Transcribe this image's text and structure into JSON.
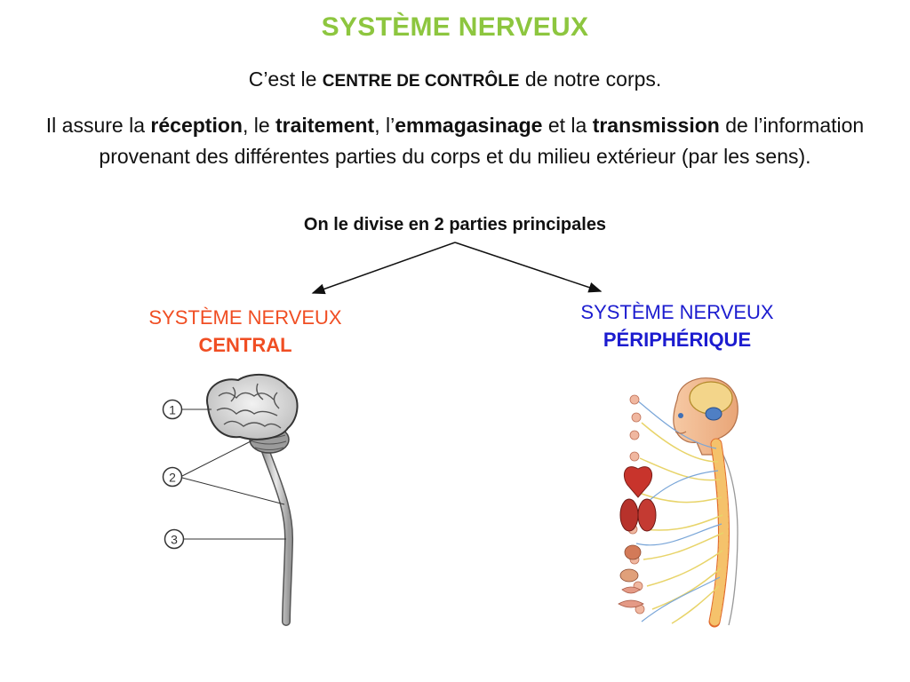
{
  "title": "SYSTÈME NERVEUX",
  "intro": {
    "prefix": "C’est le",
    "highlight": "CENTRE DE CONTRÔLE",
    "suffix": "de notre corps."
  },
  "paragraph": {
    "t1": "Il assure la",
    "b1": "réception",
    "t2": ", le",
    "b2": "traitement",
    "t3": ", l’",
    "b3": "emmagasinage",
    "t4": "et la",
    "b4": "transmission",
    "t5": "de l’information provenant des différentes parties du corps et du milieu extérieur (par les sens)."
  },
  "divide_text": "On le divise en 2 parties principales",
  "central": {
    "line1": "SYSTÈME NERVEUX",
    "line2": "CENTRAL",
    "color": "#f04e23"
  },
  "peripheral": {
    "line1": "SYSTÈME NERVEUX",
    "line2": "PÉRIPHÉRIQUE",
    "color": "#1c1ccf"
  },
  "cns_labels": [
    "1",
    "2",
    "3"
  ],
  "colors": {
    "title": "#8dc63f"
  }
}
